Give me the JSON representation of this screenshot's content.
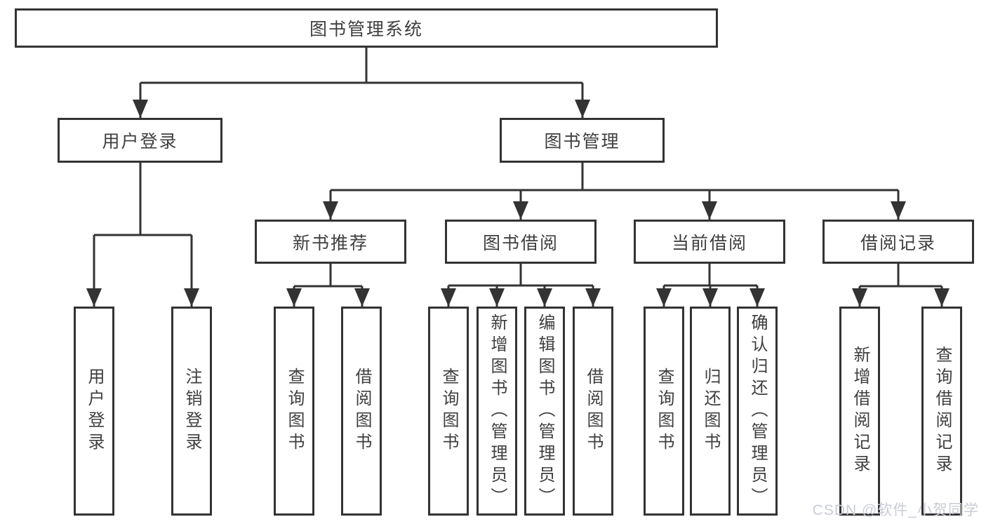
{
  "tree": {
    "label": "图书管理系统",
    "children": [
      {
        "label": "用户登录",
        "children": [
          {
            "label": "用户登录"
          },
          {
            "label": "注销登录"
          }
        ]
      },
      {
        "label": "图书管理",
        "children": [
          {
            "label": "新书推荐",
            "children": [
              {
                "label": "查询图书"
              },
              {
                "label": "借阅图书"
              }
            ]
          },
          {
            "label": "图书借阅",
            "children": [
              {
                "label": "查询图书"
              },
              {
                "label": "新增图书（管理员）"
              },
              {
                "label": "编辑图书（管理员）"
              },
              {
                "label": "借阅图书"
              }
            ]
          },
          {
            "label": "当前借阅",
            "children": [
              {
                "label": "查询图书"
              },
              {
                "label": "归还图书"
              },
              {
                "label": "确认归还（管理员）"
              }
            ]
          },
          {
            "label": "借阅记录",
            "children": [
              {
                "label": "新增借阅记录"
              },
              {
                "label": "查询借阅记录"
              }
            ]
          }
        ]
      }
    ]
  },
  "watermark": {
    "text": "CSDN @软件_小贺同学",
    "color": "#c9ccd6"
  },
  "colors": {
    "line": "#333333",
    "text": "#3f3f3f",
    "background": "#ffffff"
  }
}
